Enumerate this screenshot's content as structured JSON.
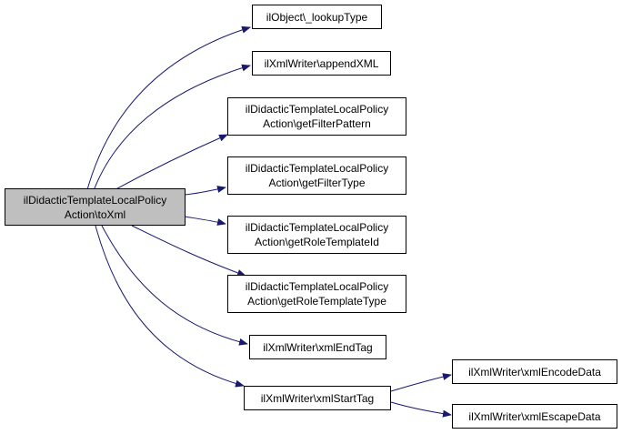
{
  "colors": {
    "edge": "#191970",
    "node_border": "#000000",
    "root_fill": "#bfbfbf",
    "node_fill": "#ffffff"
  },
  "nodes": {
    "root": {
      "line1": "ilDidacticTemplateLocalPolicy",
      "line2": "Action\\toXml"
    },
    "lookup_type": {
      "line1": "ilObject\\_lookupType"
    },
    "append_xml": {
      "line1": "ilXmlWriter\\appendXML"
    },
    "get_filter_pattern": {
      "line1": "ilDidacticTemplateLocalPolicy",
      "line2": "Action\\getFilterPattern"
    },
    "get_filter_type": {
      "line1": "ilDidacticTemplateLocalPolicy",
      "line2": "Action\\getFilterType"
    },
    "get_role_template_id": {
      "line1": "ilDidacticTemplateLocalPolicy",
      "line2": "Action\\getRoleTemplateId"
    },
    "get_role_template_type": {
      "line1": "ilDidacticTemplateLocalPolicy",
      "line2": "Action\\getRoleTemplateType"
    },
    "xml_end_tag": {
      "line1": "ilXmlWriter\\xmlEndTag"
    },
    "xml_start_tag": {
      "line1": "ilXmlWriter\\xmlStartTag"
    },
    "xml_encode_data": {
      "line1": "ilXmlWriter\\xmlEncodeData"
    },
    "xml_escape_data": {
      "line1": "ilXmlWriter\\xmlEscapeData"
    }
  }
}
